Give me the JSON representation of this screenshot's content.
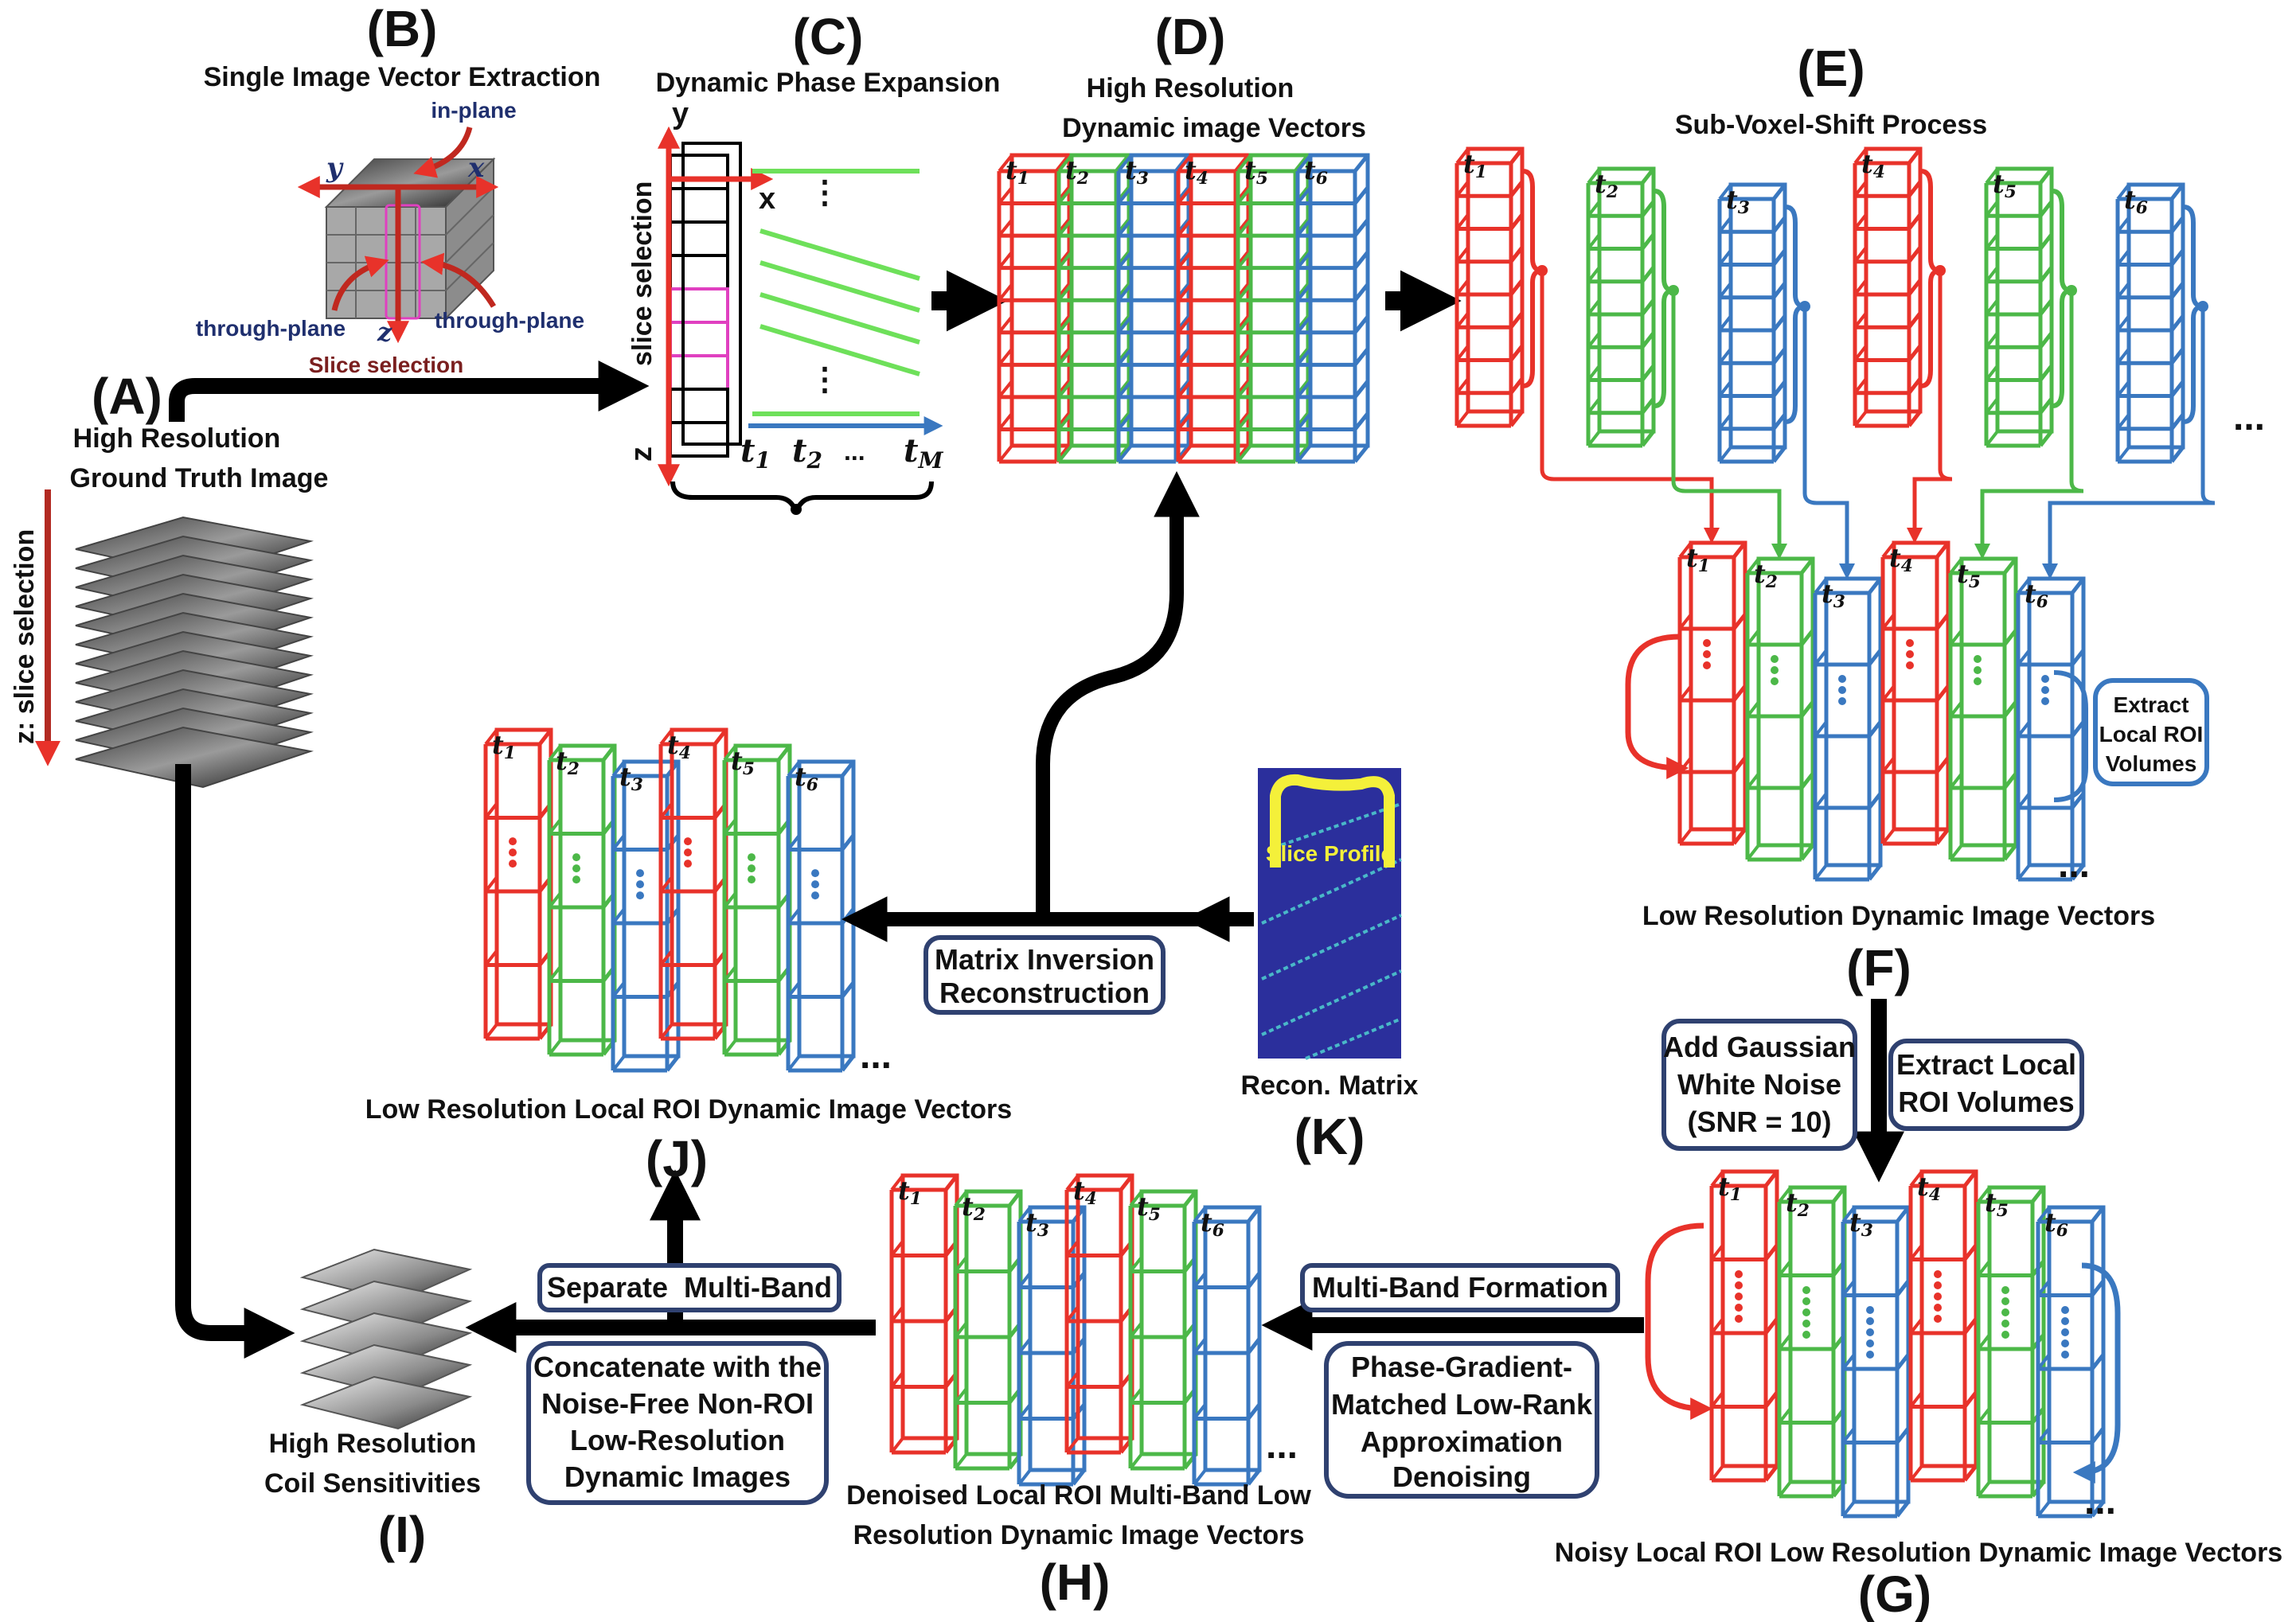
{
  "panels": {
    "A": {
      "letter": "(A)",
      "line1": "High Resolution",
      "line2": "Ground Truth Image",
      "axis": "z: slice selection"
    },
    "B": {
      "letter": "(B)",
      "title": "Single Image Vector Extraction",
      "in_plane": "in-plane",
      "through_left": "through-plane",
      "through_right": "through-plane",
      "slice_sel": "Slice selection",
      "ax_y": "y",
      "ax_x": "x",
      "ax_z": "z"
    },
    "C": {
      "letter": "(C)",
      "title": "Dynamic Phase Expansion",
      "ax_y": "y",
      "ax_x": "x",
      "ax_z": "z",
      "slice_sel": "slice selection",
      "t1": "t",
      "t1_sub": "1",
      "t2": "t",
      "t2_sub": "2",
      "tM": "t",
      "tM_sub": "M",
      "dots": "..."
    },
    "D": {
      "letter": "(D)",
      "line1": "High Resolution",
      "line2": "Dynamic image Vectors"
    },
    "E": {
      "letter": "(E)",
      "title": "Sub-Voxel-Shift Process"
    },
    "F": {
      "letter": "(F)",
      "caption": "Low Resolution Dynamic Image Vectors",
      "box_line1": "Extract",
      "box_line2": "Local ROI",
      "box_line3": "Volumes"
    },
    "G": {
      "letter": "(G)",
      "caption": "Noisy Local ROI Low Resolution Dynamic Image Vectors",
      "noise_line1": "Add Gaussian",
      "noise_line2": "White Noise",
      "noise_line3": "(SNR = 10)",
      "extract_line1": "Extract Local",
      "extract_line2": "ROI Volumes"
    },
    "H": {
      "letter": "(H)",
      "caption_line1": "Denoised Local ROI Multi-Band Low",
      "caption_line2": "Resolution Dynamic Image Vectors",
      "mb_formation": "Multi-Band Formation",
      "denoise_line1": "Phase-Gradient-",
      "denoise_line2": "Matched Low-Rank",
      "denoise_line3": "Approximation",
      "denoise_line4": "Denoising"
    },
    "I": {
      "letter": "(I)",
      "line1": "High Resolution",
      "line2": "Coil Sensitivities",
      "separate": "Separate  Multi-Band",
      "concat_line1": "Concatenate with the",
      "concat_line2": "Noise-Free Non-ROI",
      "concat_line3": "Low-Resolution",
      "concat_line4": "Dynamic Images"
    },
    "J": {
      "letter": "(J)",
      "caption": "Low Resolution Local ROI Dynamic Image Vectors",
      "matrix_line1": "Matrix Inversion",
      "matrix_line2": "Reconstruction"
    },
    "K": {
      "letter": "(K)",
      "caption": "Recon. Matrix",
      "profile": "Slice Profile"
    }
  },
  "time_labels": [
    "t1",
    "t2",
    "t3",
    "t4",
    "t5",
    "t6"
  ],
  "t_letter": "t",
  "t_subs": [
    "1",
    "2",
    "3",
    "4",
    "5",
    "6"
  ],
  "ellipsis": "...",
  "colors": {
    "red": "#e8322a",
    "green": "#4cb848",
    "blue": "#3a78c0",
    "navy": "#1f2f6e",
    "gridmag": "#e040c0"
  }
}
